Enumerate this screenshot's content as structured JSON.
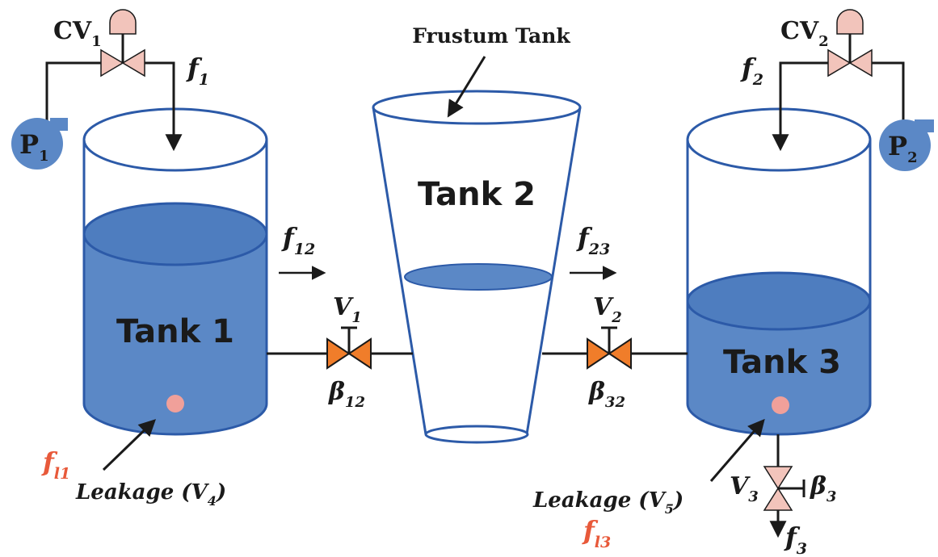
{
  "tanks": {
    "tank1": "Tank 1",
    "tank2": "Tank 2",
    "tank3": "Tank 3",
    "frustum_label": "Frustum Tank"
  },
  "control_valves": {
    "cv1": {
      "main": "CV",
      "sub": "1"
    },
    "cv2": {
      "main": "CV",
      "sub": "2"
    }
  },
  "pumps": {
    "p1": {
      "main": "P",
      "sub": "1"
    },
    "p2": {
      "main": "P",
      "sub": "2"
    }
  },
  "flows": {
    "f1": {
      "main": "f",
      "sub": "1"
    },
    "f2": {
      "main": "f",
      "sub": "2"
    },
    "f12": {
      "main": "f",
      "sub": "12"
    },
    "f23": {
      "main": "f",
      "sub": "23"
    },
    "f3": {
      "main": "f",
      "sub": "3"
    },
    "fl1": {
      "main": "f",
      "sub": "l1"
    },
    "fl3": {
      "main": "f",
      "sub": "l3"
    }
  },
  "valves": {
    "v1": {
      "main": "V",
      "sub": "1"
    },
    "v2": {
      "main": "V",
      "sub": "2"
    },
    "v3": {
      "main": "V",
      "sub": "3"
    }
  },
  "coefficients": {
    "b12": {
      "main": "β",
      "sub": "12"
    },
    "b32": {
      "main": "β",
      "sub": "32"
    },
    "b3": {
      "main": "β",
      "sub": "3"
    }
  },
  "leakages": {
    "leak1": {
      "main": "Leakage (V",
      "sub": "4",
      "end": ")"
    },
    "leak3": {
      "main": "Leakage (V",
      "sub": "5",
      "end": ")"
    }
  },
  "colors": {
    "tank_outline": "#2c5aa8",
    "water": "#5b88c6",
    "water_top": "#4e7dbf",
    "pump": "#5b88c6",
    "control_valve": "#f2c4bb",
    "orange_valve": "#f07d2a",
    "leak_dot": "#f0a09a",
    "leak_label": "#e8593a",
    "text": "#1a1a1a"
  }
}
